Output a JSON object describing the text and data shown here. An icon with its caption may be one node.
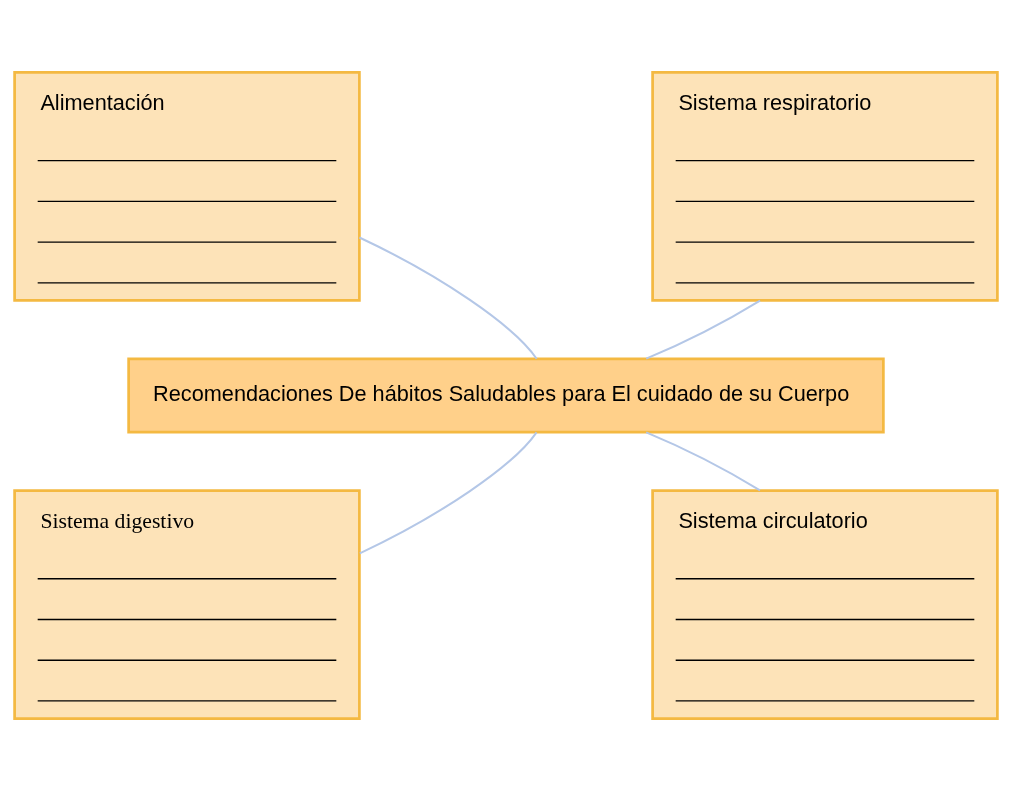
{
  "diagram": {
    "nodes": [
      {
        "text": [
          "Alimentación"
        ]
      },
      {
        "text": [
          "Sistema respiratorio"
        ]
      },
      {
        "text": [
          "Recomendaciones De hábitos Saludables para El cuidado de su Cuerpo"
        ]
      },
      {
        "text": [
          "Sistema digestivo"
        ]
      },
      {
        "text": [
          "Sistema circulatorio"
        ]
      }
    ],
    "edges": [
      {
        "from": 2,
        "to": 0,
        "arrow": "none"
      },
      {
        "from": 2,
        "to": 1,
        "arrow": "none"
      },
      {
        "from": 2,
        "to": 3,
        "arrow": "none"
      },
      {
        "from": 2,
        "to": 4,
        "arrow": "none"
      }
    ]
  }
}
